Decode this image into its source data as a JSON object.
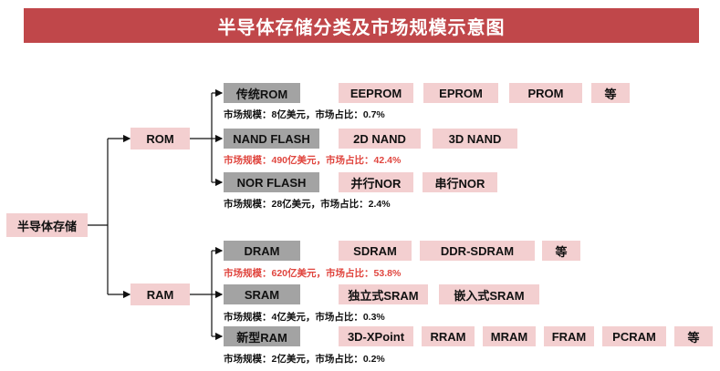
{
  "title": "半导体存储分类及市场规模示意图",
  "root": "半导体存储",
  "groups": [
    {
      "name": "ROM",
      "children": [
        {
          "name": "传统ROM",
          "note": "市场规模：8亿美元，市场占比：0.7%",
          "highlight": false,
          "items": [
            "EEPROM",
            "EPROM",
            "PROM",
            "等"
          ]
        },
        {
          "name": "NAND FLASH",
          "note": "市场规模：490亿美元，市场占比：42.4%",
          "highlight": true,
          "items": [
            "2D NAND",
            "3D NAND"
          ]
        },
        {
          "name": "NOR FLASH",
          "note": "市场规模：28亿美元，市场占比：2.4%",
          "highlight": false,
          "items": [
            "并行NOR",
            "串行NOR"
          ]
        }
      ]
    },
    {
      "name": "RAM",
      "children": [
        {
          "name": "DRAM",
          "note": "市场规模：620亿美元，市场占比：53.8%",
          "highlight": true,
          "items": [
            "SDRAM",
            "DDR-SDRAM",
            "等"
          ]
        },
        {
          "name": "SRAM",
          "note": "市场规模：4亿美元，市场占比：0.3%",
          "highlight": false,
          "items": [
            "独立式SRAM",
            "嵌入式SRAM"
          ]
        },
        {
          "name": "新型RAM",
          "note": "市场规模：2亿美元，市场占比：0.2%",
          "highlight": false,
          "items": [
            "3D-XPoint",
            "RRAM",
            "MRAM",
            "FRAM",
            "PCRAM",
            "等"
          ]
        }
      ]
    }
  ],
  "colors": {
    "title_bg": "#c0474a",
    "pink_box": "#f3cfd0",
    "gray_box": "#a3a3a3",
    "highlight_text": "#e0463f",
    "line": "#111111"
  }
}
